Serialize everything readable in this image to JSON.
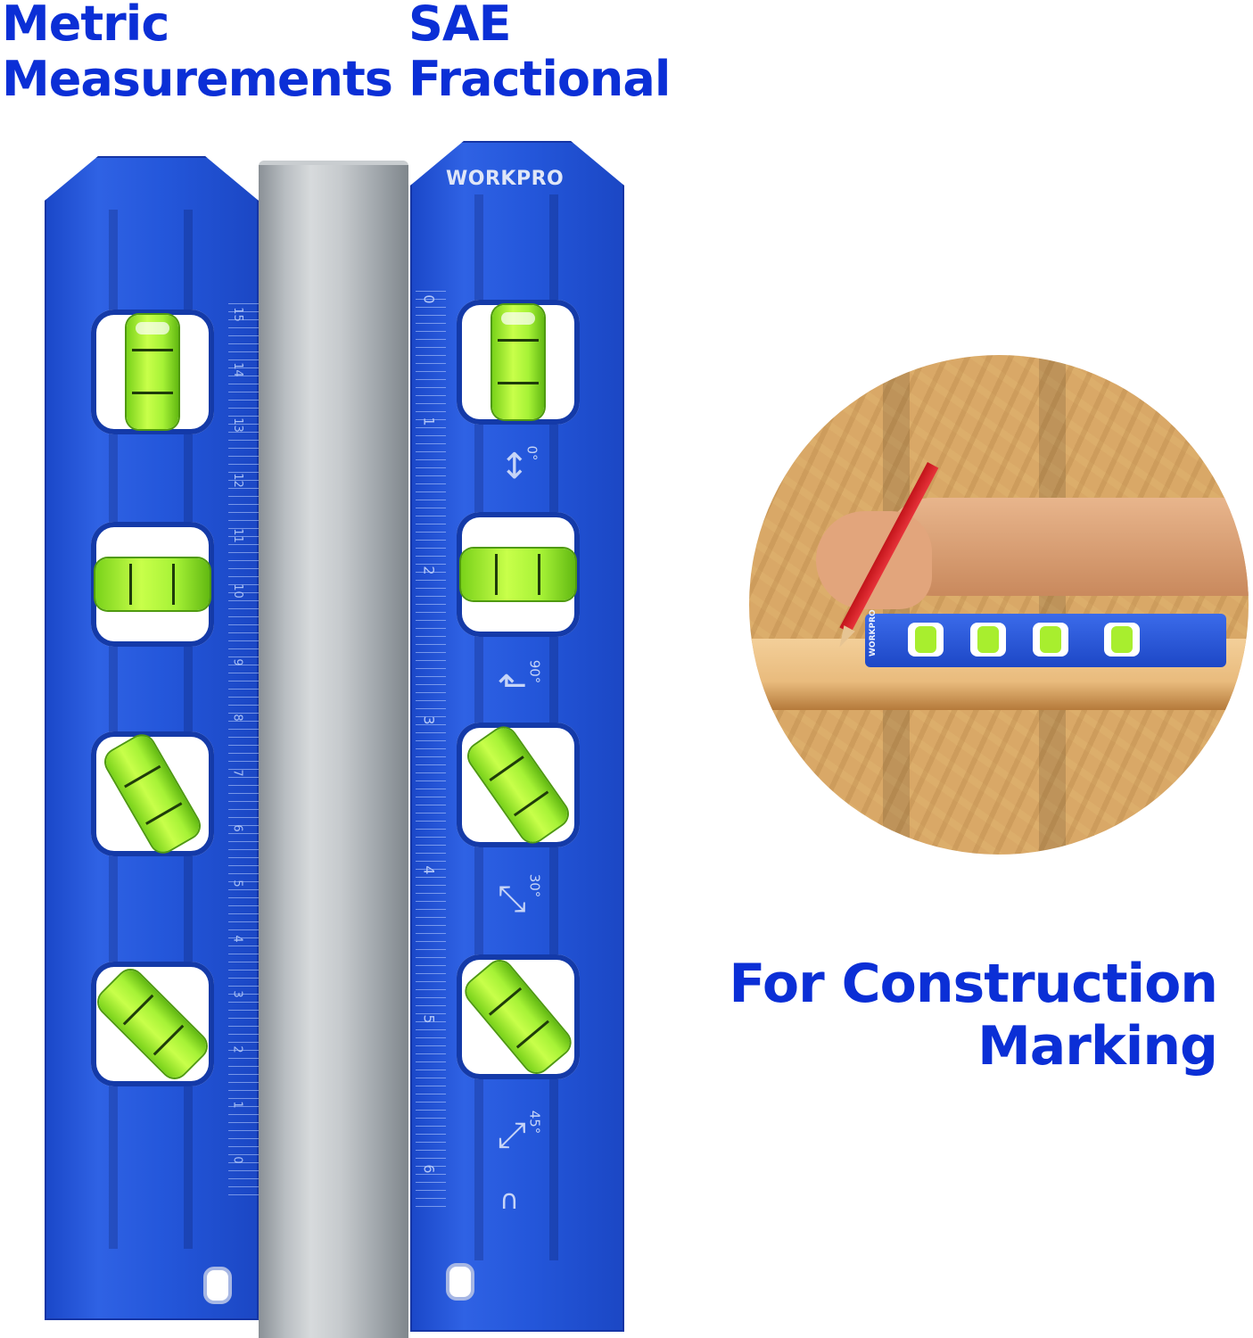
{
  "headlines": {
    "metric": {
      "line1": "Metric",
      "line2": "Measurements"
    },
    "sae": {
      "line1": "SAE",
      "line2": "Fractional"
    },
    "construction": {
      "line1": "For Construction",
      "line2": "Marking"
    }
  },
  "metric_level": {
    "ruler_numbers": [
      "15",
      "14",
      "13",
      "12",
      "11",
      "10",
      "9",
      "8",
      "7",
      "6",
      "5",
      "4",
      "3",
      "2",
      "1",
      "0"
    ]
  },
  "sae_level": {
    "brand": "WORKPRO",
    "ruler_numbers": [
      "0",
      "1",
      "2",
      "3",
      "4",
      "5",
      "6"
    ],
    "angles": [
      "0°",
      "90°",
      "30°",
      "45°"
    ]
  },
  "photo": {
    "mini_level_brand": "WORKPRO"
  },
  "colors": {
    "headline": "#0b2fd6",
    "level_blue": "#2457db",
    "vial_green": "#a6f236"
  }
}
